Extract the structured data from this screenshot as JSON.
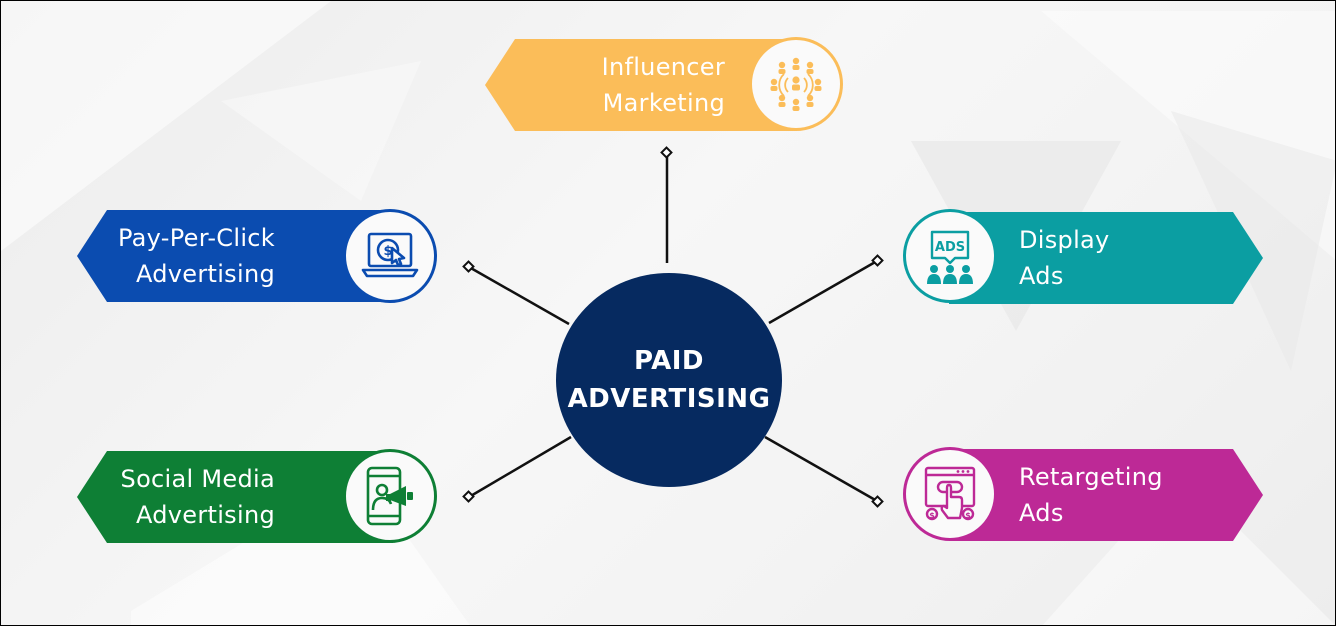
{
  "diagram": {
    "hub": {
      "line1": "PAID",
      "line2": "ADVERTISING",
      "color": "#062a60"
    },
    "nodes": [
      {
        "id": "influencer",
        "line1": "Influencer",
        "line2": "Marketing",
        "color": "#fbbd59",
        "icon": "people-network-icon"
      },
      {
        "id": "ppc",
        "line1": "Pay-Per-Click",
        "line2": "Advertising",
        "color": "#0b4cb0",
        "icon": "laptop-dollar-cursor-icon"
      },
      {
        "id": "display",
        "line1": "Display",
        "line2": "Ads",
        "color": "#0b9ea2",
        "icon": "ads-billboard-audience-icon"
      },
      {
        "id": "social",
        "line1": "Social Media",
        "line2": "Advertising",
        "color": "#0e7f35",
        "icon": "phone-megaphone-icon"
      },
      {
        "id": "retargeting",
        "line1": "Retargeting",
        "line2": "Ads",
        "color": "#bd2996",
        "icon": "click-dollar-icon"
      }
    ],
    "ads_icon_text": "ADS"
  }
}
